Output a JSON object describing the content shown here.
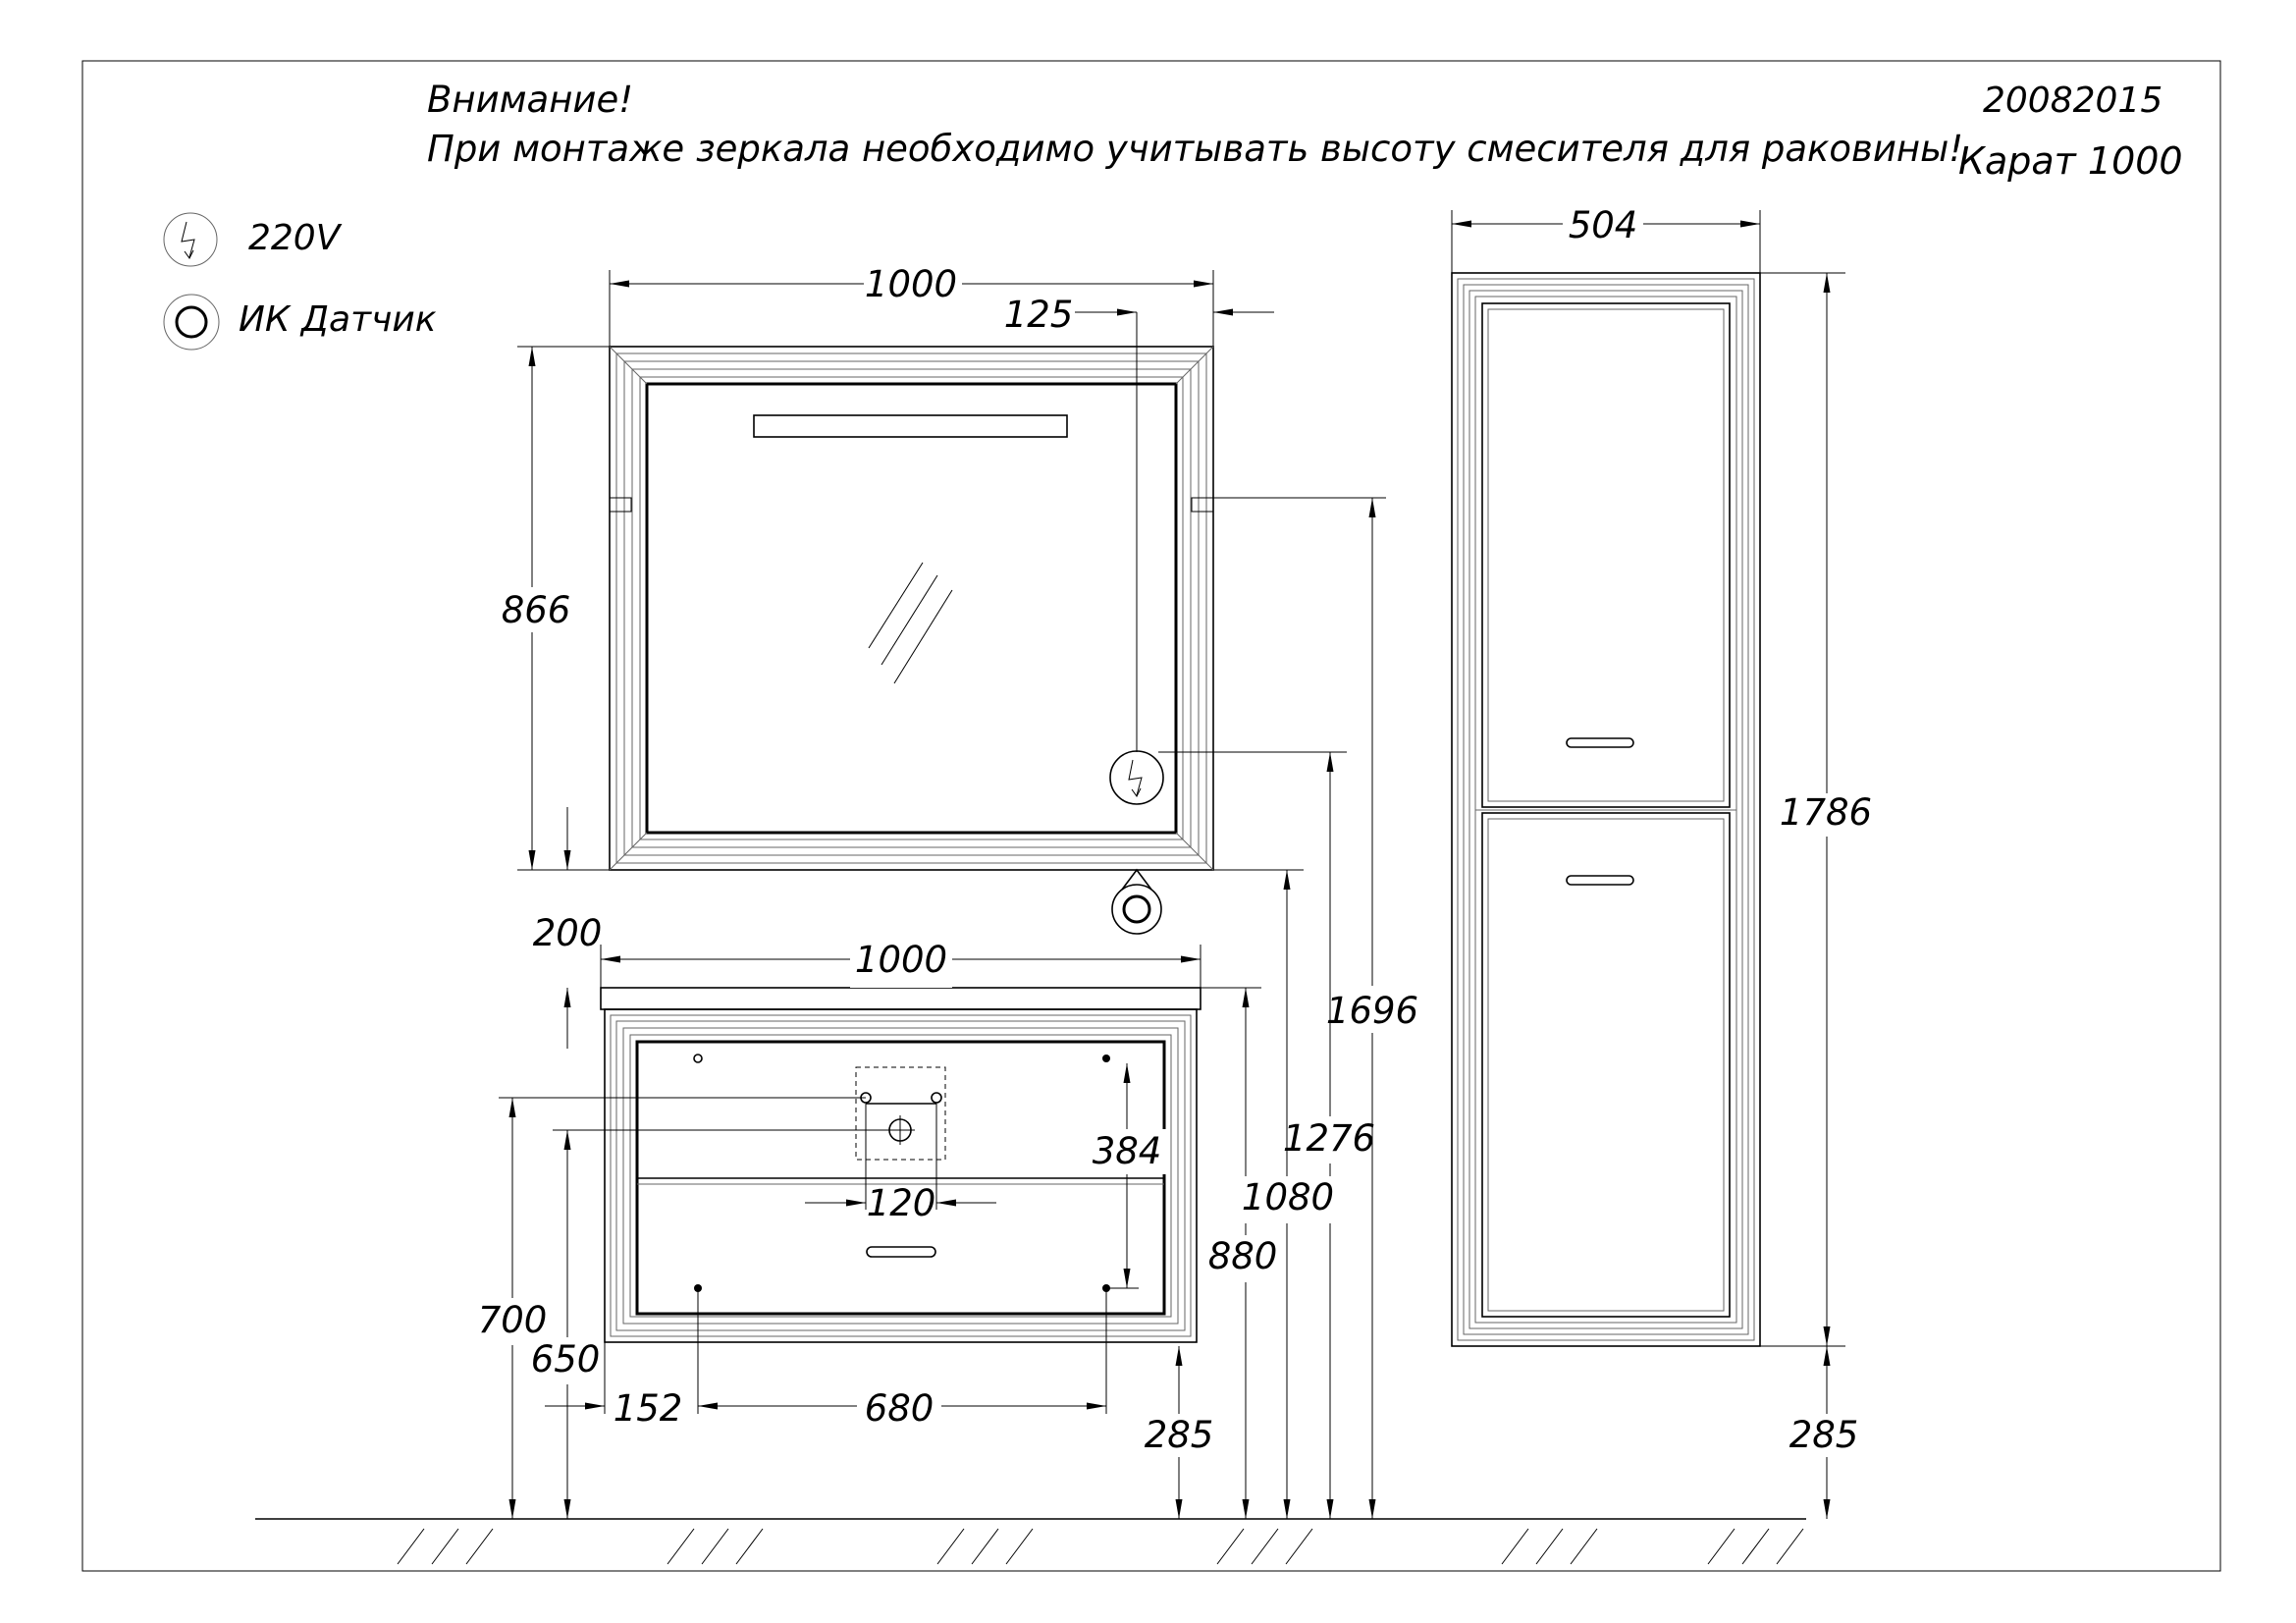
{
  "notes": {
    "warning_title": "Внимание!",
    "warning_text": "При монтаже зеркала необходимо учитывать высоту смесителя для раковины!",
    "doc_code": "20082015",
    "model": "Карат 1000"
  },
  "legend": {
    "power_label": "220V",
    "ir_sensor_label": "ИК Датчик",
    "icons": [
      "lightning-icon",
      "ir-sensor-icon"
    ]
  },
  "dimensions": {
    "mirror_width": "1000",
    "mirror_side_offset": "125",
    "mirror_height": "866",
    "mirror_top_mount_height": "1696",
    "mirror_switch_height": "1276",
    "vanity_depth": "200",
    "vanity_width": "1000",
    "faucet_hole_height": "384",
    "drain_spacing": "120",
    "vanity_top_height": "880",
    "mirror_bottom_height": "1080",
    "outlet_height": "700",
    "drain_height": "650",
    "mount_offset": "152",
    "mount_spacing": "680",
    "vanity_floor_clearance": "285",
    "cabinet_width": "504",
    "cabinet_height": "1786",
    "cabinet_floor_clearance": "285"
  }
}
